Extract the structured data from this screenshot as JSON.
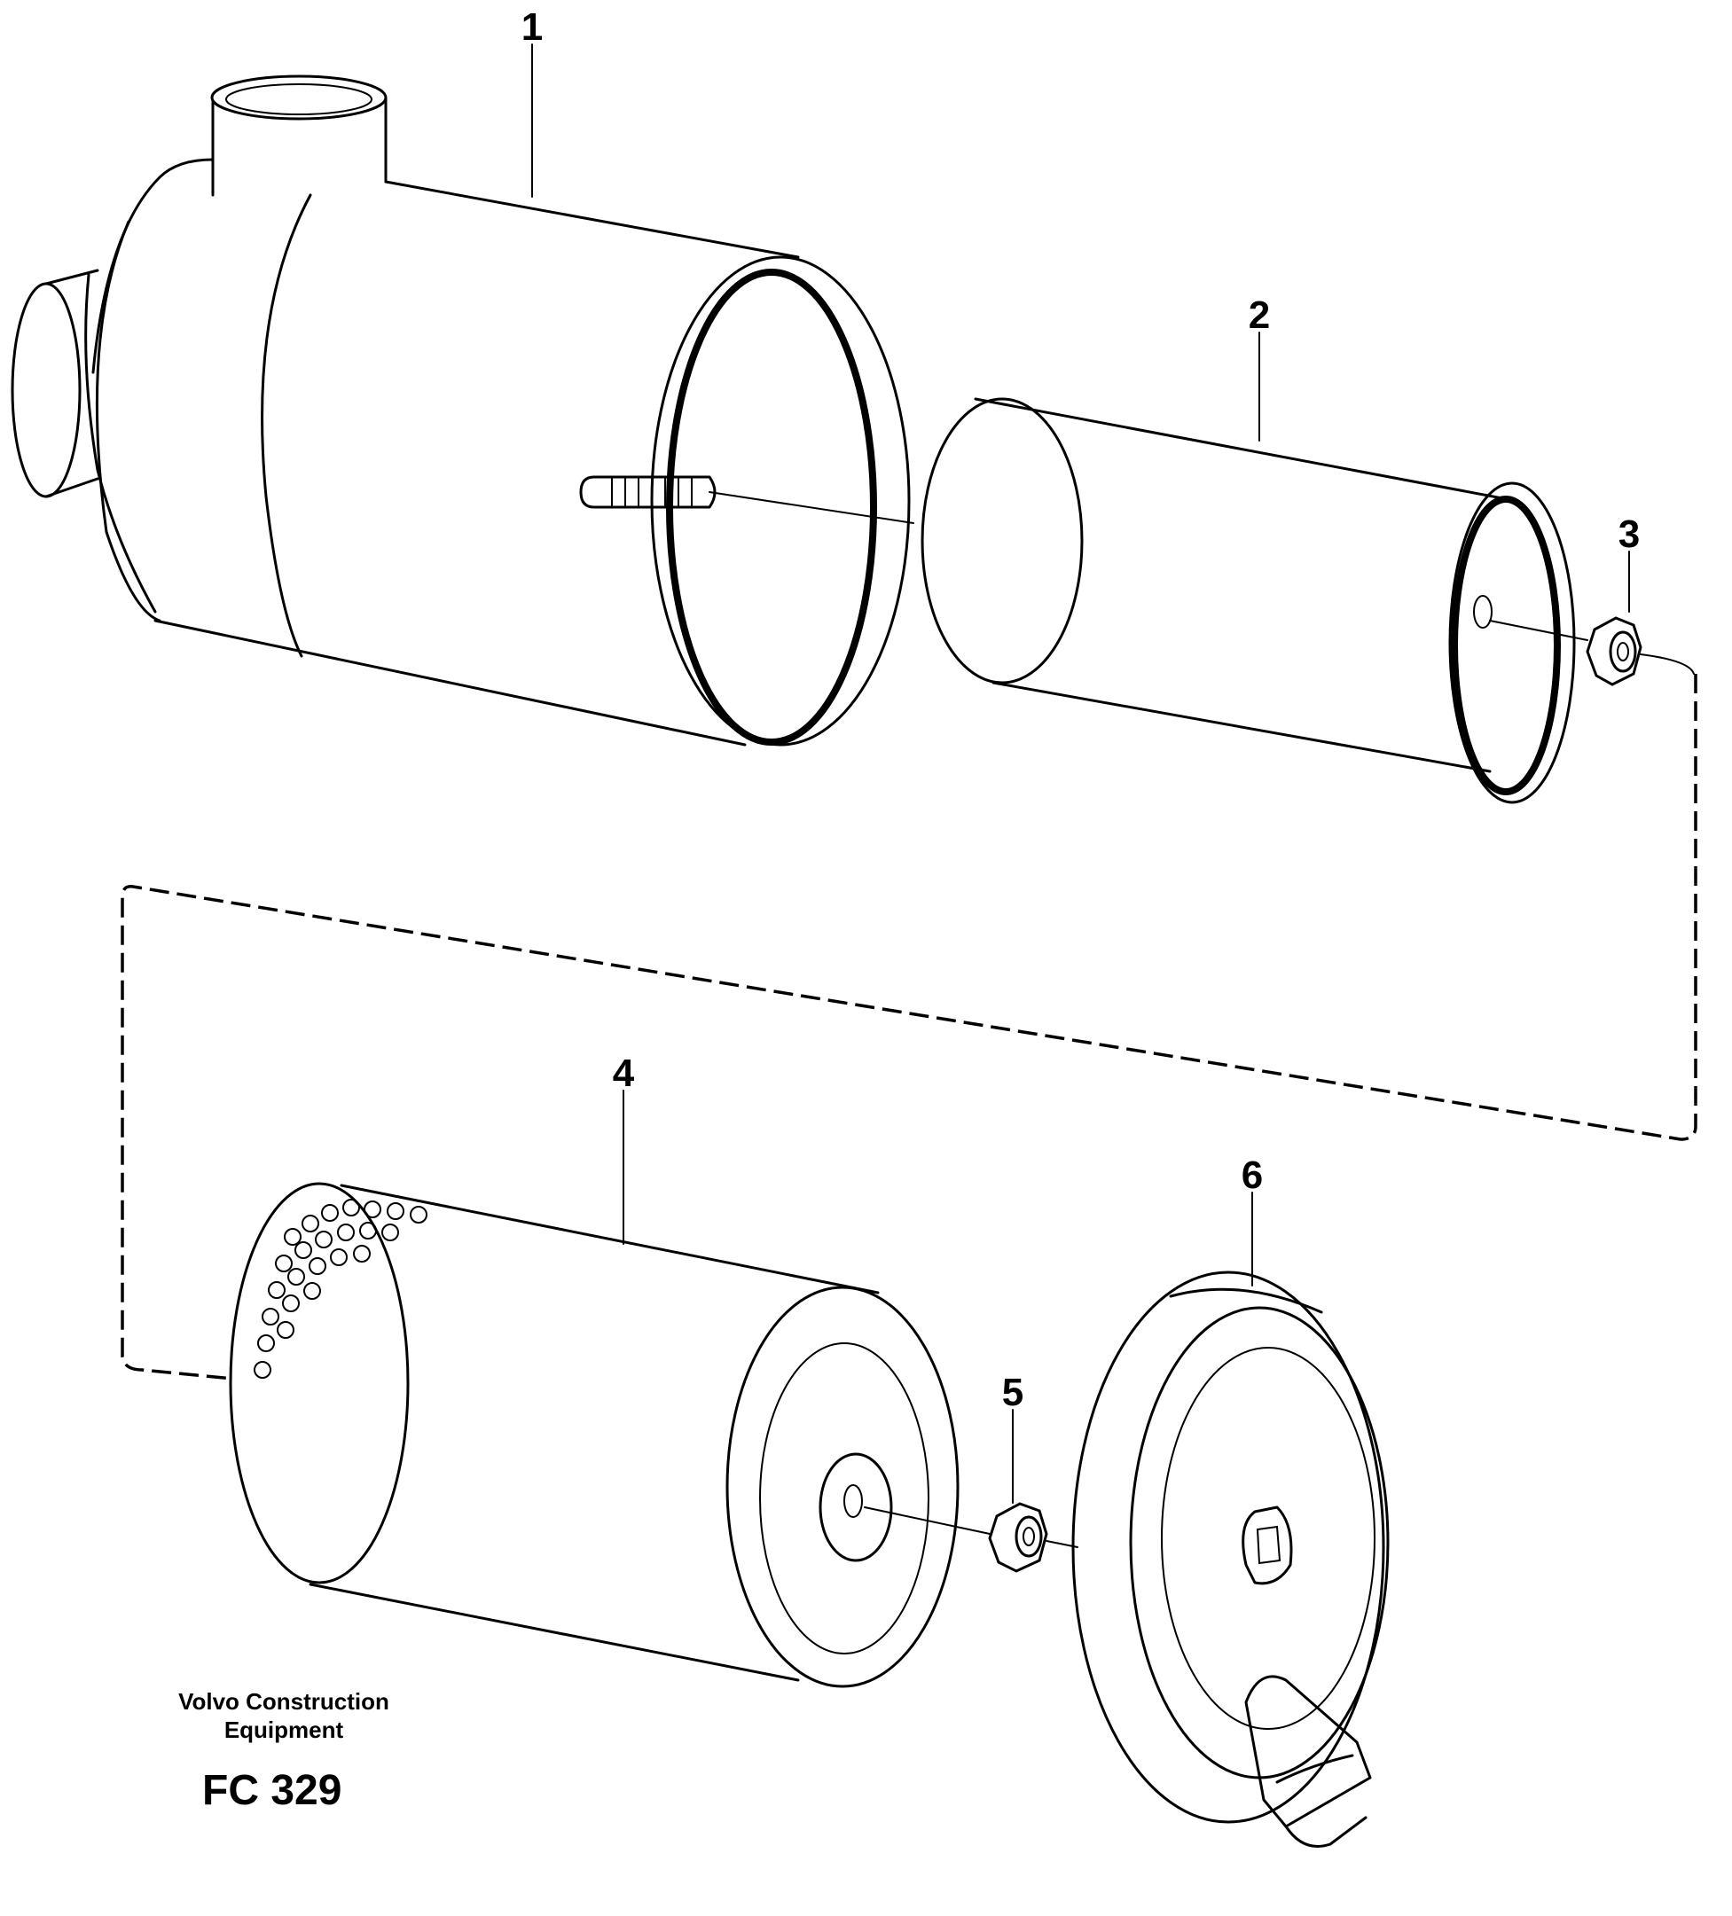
{
  "callouts": [
    {
      "id": "1",
      "label": "1"
    },
    {
      "id": "2",
      "label": "2"
    },
    {
      "id": "3",
      "label": "3"
    },
    {
      "id": "4",
      "label": "4"
    },
    {
      "id": "5",
      "label": "5"
    },
    {
      "id": "6",
      "label": "6"
    }
  ],
  "caption": {
    "line1": "Volvo Construction",
    "line2": "Equipment"
  },
  "figure_code": "FC 329"
}
